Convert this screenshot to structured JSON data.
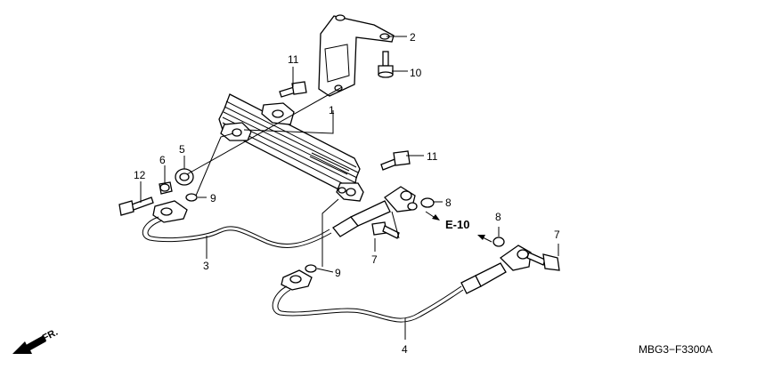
{
  "callouts": [
    "1",
    "2",
    "3",
    "4",
    "5",
    "6",
    "7",
    "7",
    "8",
    "8",
    "9",
    "9",
    "10",
    "11",
    "11",
    "12"
  ],
  "reference": "E-10",
  "direction": "FR.",
  "diagram_code": "MBG3−F3300A"
}
